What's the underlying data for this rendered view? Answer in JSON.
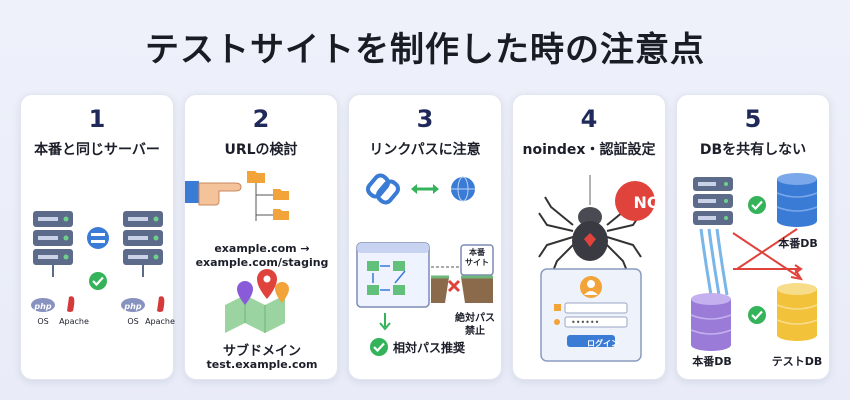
{
  "title": "テストサイトを制作した時の注意点",
  "cards": [
    {
      "num": "1",
      "title": "本番と同じサーバー",
      "labels": {
        "os": "OS",
        "apache": "Apache",
        "php": "php"
      }
    },
    {
      "num": "2",
      "title": "URLの検討",
      "url_line1": "example.com →",
      "url_line2": "example.com/staging",
      "sub_title": "サブドメイン",
      "sub_url": "test.example.com"
    },
    {
      "num": "3",
      "title": "リンクパスに注意",
      "site_label": "本番\nサイト",
      "site_label_1": "本番",
      "site_label_2": "サイト",
      "abs_1": "絶対パス",
      "abs_2": "禁止",
      "recommend": "相対パス推奨"
    },
    {
      "num": "4",
      "title": "noindex・認証設定",
      "no_badge": "NO",
      "login_button": "ログイン"
    },
    {
      "num": "5",
      "title": "DBを共有しない",
      "db_top": "本番DB",
      "db_bottom_left": "本番DB",
      "db_bottom_right": "テストDB"
    }
  ],
  "colors": {
    "navy": "#1f2a5a",
    "green": "#34b35a",
    "red": "#e0433c",
    "blue": "#3a7bd5",
    "orange": "#f2a33a",
    "purple": "#9a7bd8",
    "yellow": "#f2c23a"
  }
}
